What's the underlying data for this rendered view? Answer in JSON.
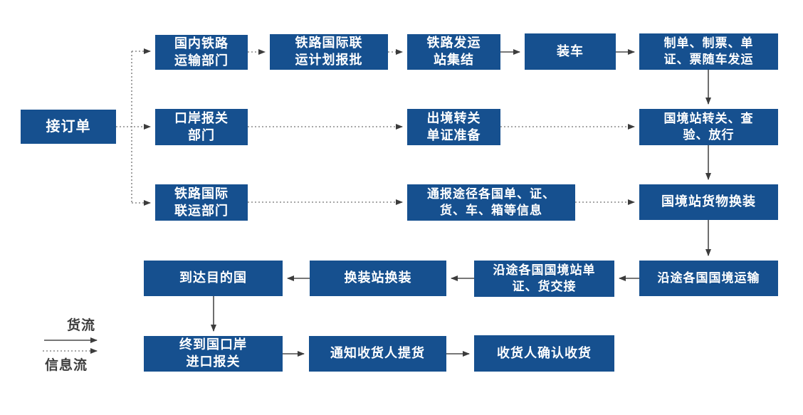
{
  "diagram": {
    "type": "flowchart",
    "colors": {
      "node_bg": "#16508F",
      "node_text": "#FFFFFF",
      "solid_flow": "#4A4A4A",
      "dotted_flow": "#8A8A8A",
      "legend_text": "#3D3D3D",
      "background": "#FFFFFF"
    },
    "nodes": {
      "jiedingdan": {
        "label": "接订单"
      },
      "guonei": {
        "label": "国内铁路\n运输部门"
      },
      "jihua": {
        "label": "铁路国际联\n运计划报批"
      },
      "fayun": {
        "label": "铁路发运\n站集结"
      },
      "zhuangche": {
        "label": "装车"
      },
      "zhidan": {
        "label": "制单、制票、单\n证、票随车发运"
      },
      "kouan": {
        "label": "口岸报关\n部门"
      },
      "chujing": {
        "label": "出境转关\n单证准备"
      },
      "zhuanguan": {
        "label": "国境站转关、查\n验、放行"
      },
      "lianyun": {
        "label": "铁路国际\n联运部门"
      },
      "tongbao": {
        "label": "通报途径各国单、证、\n货、车、箱等信息"
      },
      "guojinghuan": {
        "label": "国境站货物换装"
      },
      "yantuyunshu": {
        "label": "沿途各国国境运输"
      },
      "yantujiaojie": {
        "label": "沿途各国国境站单\n证、货交接"
      },
      "huanzhuangzhan": {
        "label": "换装站换装"
      },
      "daoda": {
        "label": "到达目的国"
      },
      "zhongdao": {
        "label": "终到国口岸\n进口报关"
      },
      "tongzhi": {
        "label": "通知收货人提货"
      },
      "queren": {
        "label": "收货人确认收货"
      }
    },
    "legend": {
      "goods_flow": "货流",
      "info_flow": "信息流"
    },
    "edges": [
      {
        "from": "jiedingdan",
        "to": "guonei",
        "type": "dotted"
      },
      {
        "from": "jiedingdan",
        "to": "kouan",
        "type": "dotted"
      },
      {
        "from": "jiedingdan",
        "to": "lianyun",
        "type": "dotted"
      },
      {
        "from": "guonei",
        "to": "jihua",
        "type": "dotted"
      },
      {
        "from": "jihua",
        "to": "fayun",
        "type": "dotted"
      },
      {
        "from": "fayun",
        "to": "zhuangche",
        "type": "solid"
      },
      {
        "from": "zhuangche",
        "to": "zhidan",
        "type": "solid"
      },
      {
        "from": "zhidan",
        "to": "zhuanguan",
        "type": "solid"
      },
      {
        "from": "kouan",
        "to": "chujing",
        "type": "dotted"
      },
      {
        "from": "chujing",
        "to": "zhuanguan",
        "type": "dotted"
      },
      {
        "from": "zhuanguan",
        "to": "guojinghuan",
        "type": "solid"
      },
      {
        "from": "lianyun",
        "to": "tongbao",
        "type": "dotted"
      },
      {
        "from": "tongbao",
        "to": "guojinghuan",
        "type": "dotted"
      },
      {
        "from": "guojinghuan",
        "to": "yantuyunshu",
        "type": "solid"
      },
      {
        "from": "yantuyunshu",
        "to": "yantujiaojie",
        "type": "solid"
      },
      {
        "from": "yantujiaojie",
        "to": "huanzhuangzhan",
        "type": "solid"
      },
      {
        "from": "huanzhuangzhan",
        "to": "daoda",
        "type": "solid"
      },
      {
        "from": "daoda",
        "to": "zhongdao",
        "type": "solid"
      },
      {
        "from": "zhongdao",
        "to": "tongzhi",
        "type": "solid"
      },
      {
        "from": "tongzhi",
        "to": "queren",
        "type": "solid"
      }
    ]
  }
}
